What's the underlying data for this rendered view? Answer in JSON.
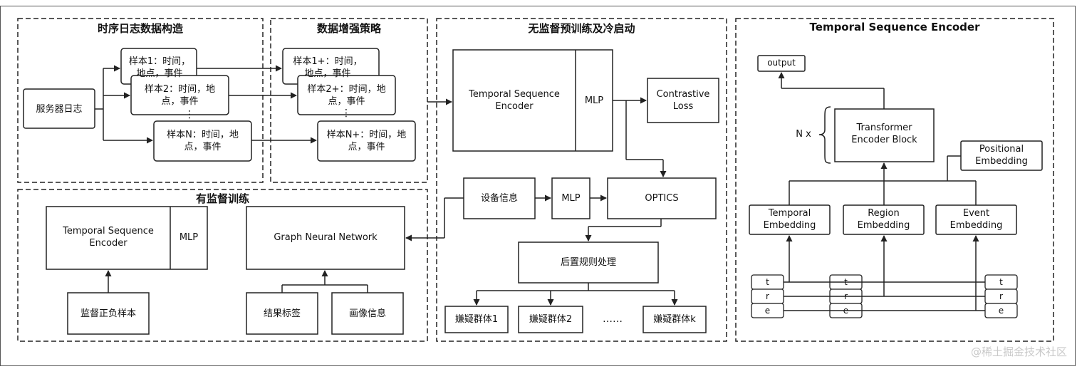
{
  "sections": {
    "log_construct": "时序日志数据构造",
    "augment": "数据增强策略",
    "unsupervised": "无监督预训练及冷启动",
    "tse": "Temporal Sequence Encoder",
    "supervised": "有监督训练"
  },
  "construct": {
    "server_log": "服务器日志",
    "sample1": "样本1：时间，地点，事件",
    "sample2": "样本2：时间，地点，事件",
    "sampleN": "样本N：时间，地点，事件",
    "dots": "⋮"
  },
  "augment": {
    "sample1p": "样本1+：时间，地点，事件",
    "sample2p": "样本2+：时间，地点，事件",
    "sampleNp": "样本N+：时间，地点，事件",
    "dots": "⋮"
  },
  "unsupervised": {
    "encoder": "Temporal Sequence Encoder",
    "mlp": "MLP",
    "loss": "Contrastive Loss",
    "device_info": "设备信息",
    "mlp2": "MLP",
    "optics": "OPTICS",
    "post_rules": "后置规则处理",
    "cluster1": "嫌疑群体1",
    "cluster2": "嫌疑群体2",
    "dots": "……",
    "clusterk": "嫌疑群体k"
  },
  "supervised": {
    "encoder": "Temporal Sequence Encoder",
    "mlp": "MLP",
    "samples": "监督正负样本",
    "gnn": "Graph Neural Network",
    "labels": "结果标签",
    "profile": "画像信息"
  },
  "tse": {
    "output": "output",
    "nx": "N x",
    "transformer": "Transformer Encoder Block",
    "positional": "Positional Embedding",
    "temporal": "Temporal Embedding",
    "region": "Region Embedding",
    "event": "Event Embedding",
    "t": "t",
    "r": "r",
    "e": "e"
  },
  "watermark": "@稀土掘金技术社区"
}
